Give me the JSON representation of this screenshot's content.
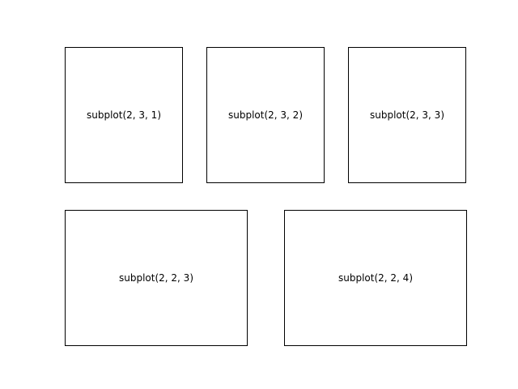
{
  "figure": {
    "background_color": "#ffffff",
    "axes_edge_color": "#000000",
    "text_color": "#000000"
  },
  "subplots": [
    {
      "label": "subplot(2, 3, 1)"
    },
    {
      "label": "subplot(2, 3, 2)"
    },
    {
      "label": "subplot(2, 3, 3)"
    },
    {
      "label": "subplot(2, 2, 3)"
    },
    {
      "label": "subplot(2, 2, 4)"
    }
  ],
  "chart_data": {
    "type": "table",
    "title": "",
    "xlabel": "",
    "ylabel": "",
    "rows": [
      [
        "subplot(2, 3, 1)",
        "subplot(2, 3, 2)",
        "subplot(2, 3, 3)"
      ],
      [
        "subplot(2, 2, 3)",
        "subplot(2, 2, 4)"
      ]
    ],
    "layout": {
      "grid": "off",
      "axes_ticks": "none",
      "top_row_grid": "2x3, positions 1-3",
      "bottom_row_grid": "2x2, positions 3-4",
      "cell_content": "centered text label only, axes otherwise empty"
    }
  }
}
